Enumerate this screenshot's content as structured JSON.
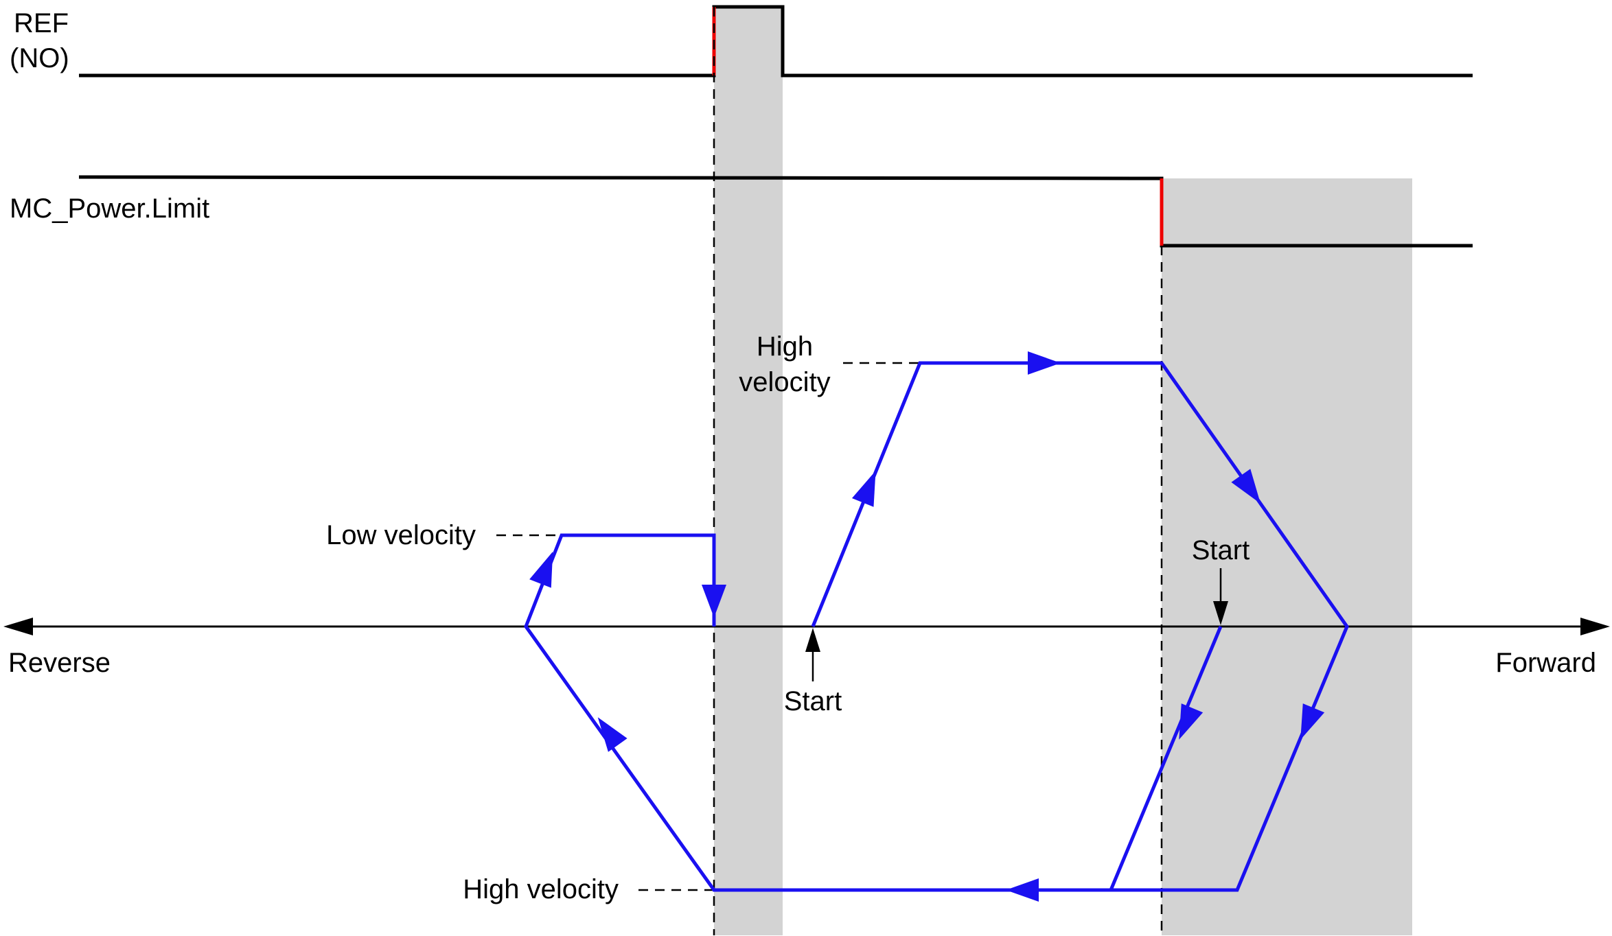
{
  "signals": {
    "ref_label_line1": "REF",
    "ref_label_line2": "(NO)",
    "limit_label": "MC_Power.Limit"
  },
  "axis": {
    "reverse_label": "Reverse",
    "forward_label": "Forward"
  },
  "annotations": {
    "high_velocity_top_line1": "High",
    "high_velocity_top_line2": "velocity",
    "low_velocity": "Low velocity",
    "high_velocity_bottom": "High velocity",
    "start_middle": "Start",
    "start_right": "Start"
  },
  "colors": {
    "signal_line": "#000000",
    "rising_edge": "#ee0000",
    "motion_path": "#1a10f0",
    "shaded_zone": "#d3d3d3"
  }
}
